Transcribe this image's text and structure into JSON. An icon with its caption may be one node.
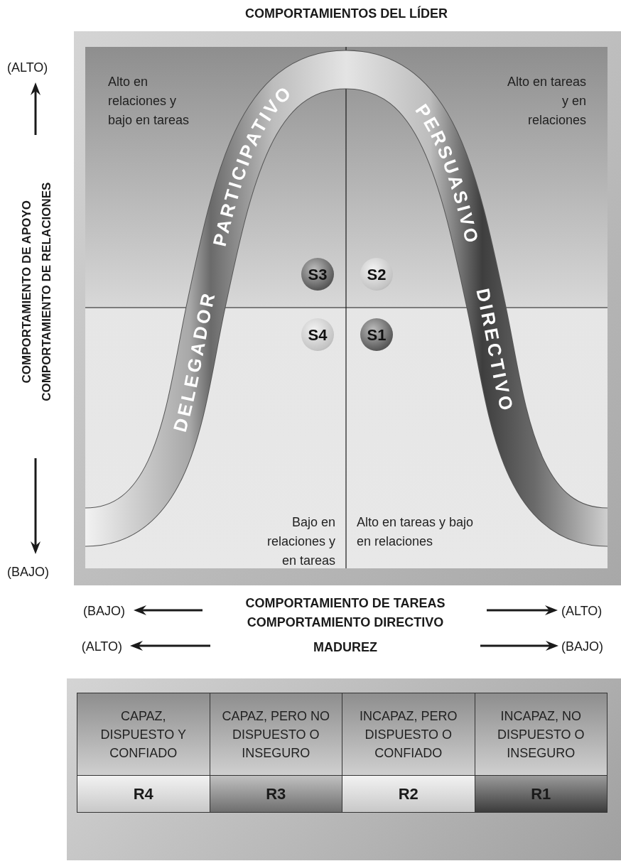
{
  "diagram": {
    "title": "COMPORTAMIENTOS DEL LÍDER",
    "nodes": [
      {
        "text": [
          "S3"
        ]
      },
      {
        "text": [
          "S2"
        ]
      },
      {
        "text": [
          "S4"
        ]
      },
      {
        "text": [
          "S1"
        ]
      }
    ],
    "labels": [
      "(ALTO)",
      "COMPORTAMIENTO DE APOYO",
      "COMPORTAMIENTO DE RELACIONES",
      "(BAJO)",
      "Alto en relaciones y bajo en tareas",
      "Alto en tareas y en relaciones",
      "PARTICIPATIVO",
      "PERSUASIVO",
      "DELEGADOR",
      "DIRECTIVO",
      "Bajo en relaciones y en tareas",
      "Alto en tareas y bajo en relaciones",
      "(BAJO)",
      "COMPORTAMIENTO DE TAREAS",
      "COMPORTAMIENTO DIRECTIVO",
      "(ALTO)",
      "(ALTO)",
      "MADUREZ",
      "(BAJO)",
      "CAPAZ, DISPUESTO Y CONFIADO",
      "CAPAZ, PERO NO DISPUESTO O INSEGURO",
      "INCAPAZ, PERO DISPUESTO O CONFIADO",
      "INCAPAZ, NO DISPUESTO O INSEGURO",
      "R4",
      "R3",
      "R2",
      "R1"
    ]
  }
}
